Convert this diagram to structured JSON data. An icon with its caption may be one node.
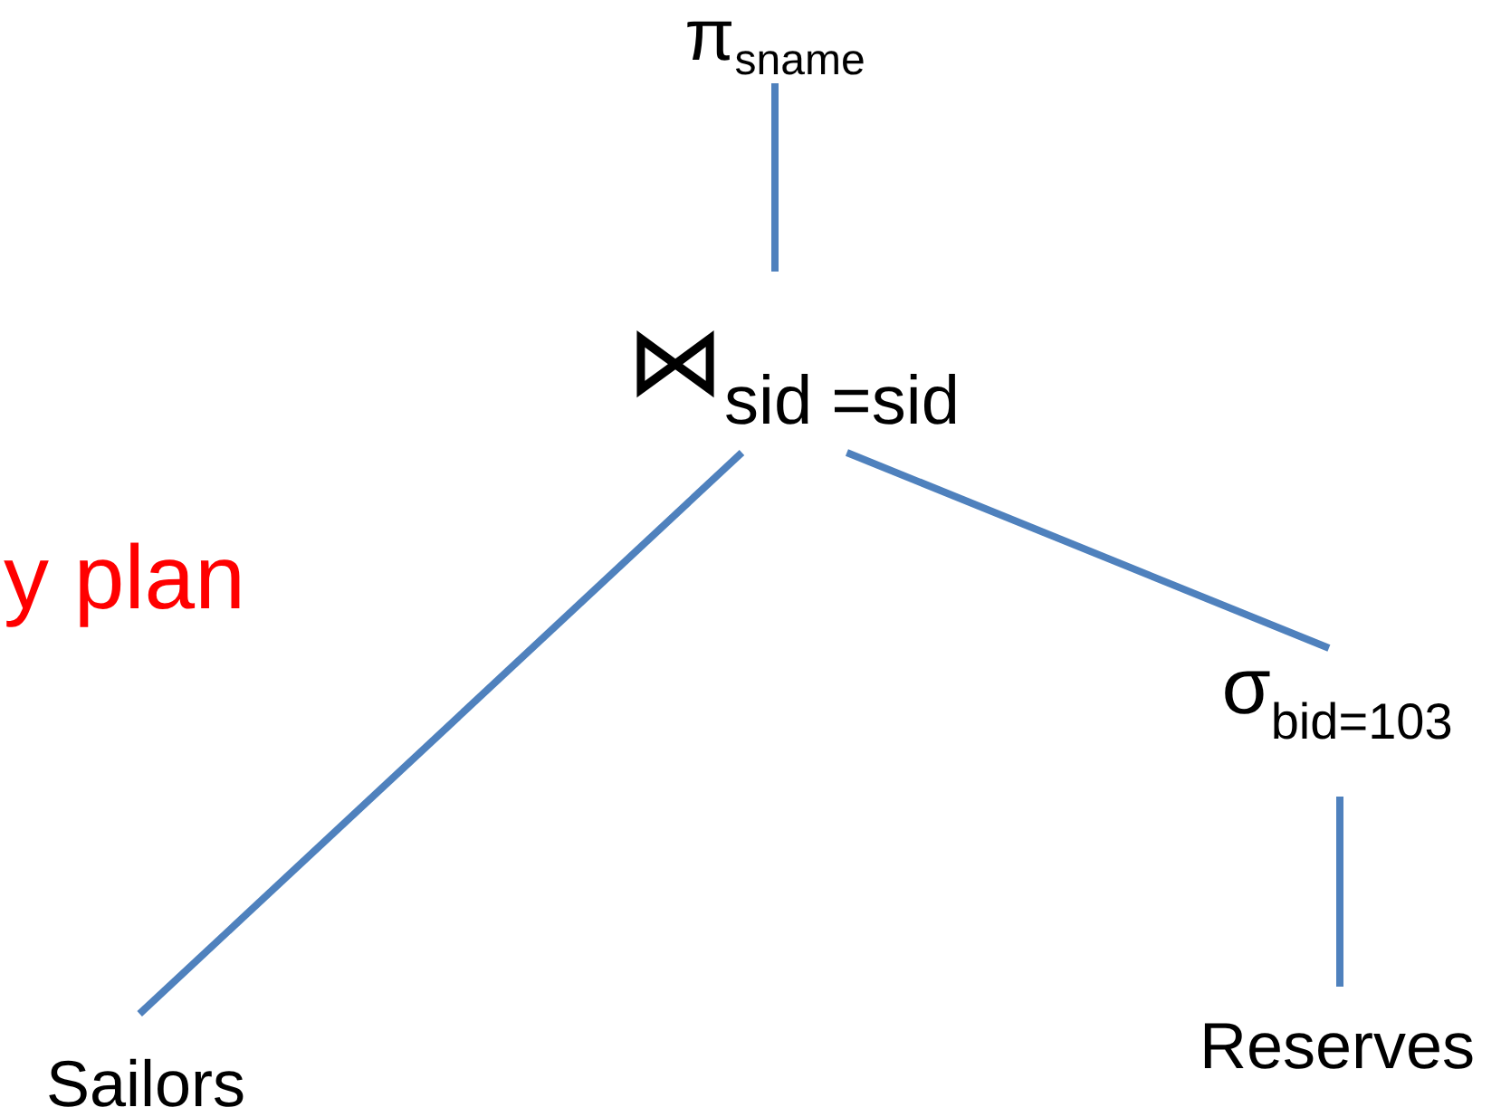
{
  "diagram": {
    "nodes": [
      {
        "text": [
          "π$_{sname}$"
        ]
      },
      {
        "text": [
          "⋈$_{sid =sid}$"
        ]
      },
      {
        "text": [
          "σ$_{bid=103}$"
        ]
      },
      {
        "text": [
          "Sailors"
        ]
      },
      {
        "text": [
          "Reserves"
        ]
      }
    ],
    "edges": [
      {
        "from": 0,
        "to": 1,
        "arrow": "none"
      },
      {
        "from": 1,
        "to": 3,
        "arrow": "none"
      },
      {
        "from": 1,
        "to": 2,
        "arrow": "none"
      },
      {
        "from": 2,
        "to": 4,
        "arrow": "none"
      }
    ],
    "labels": [
      "y plan"
    ]
  }
}
